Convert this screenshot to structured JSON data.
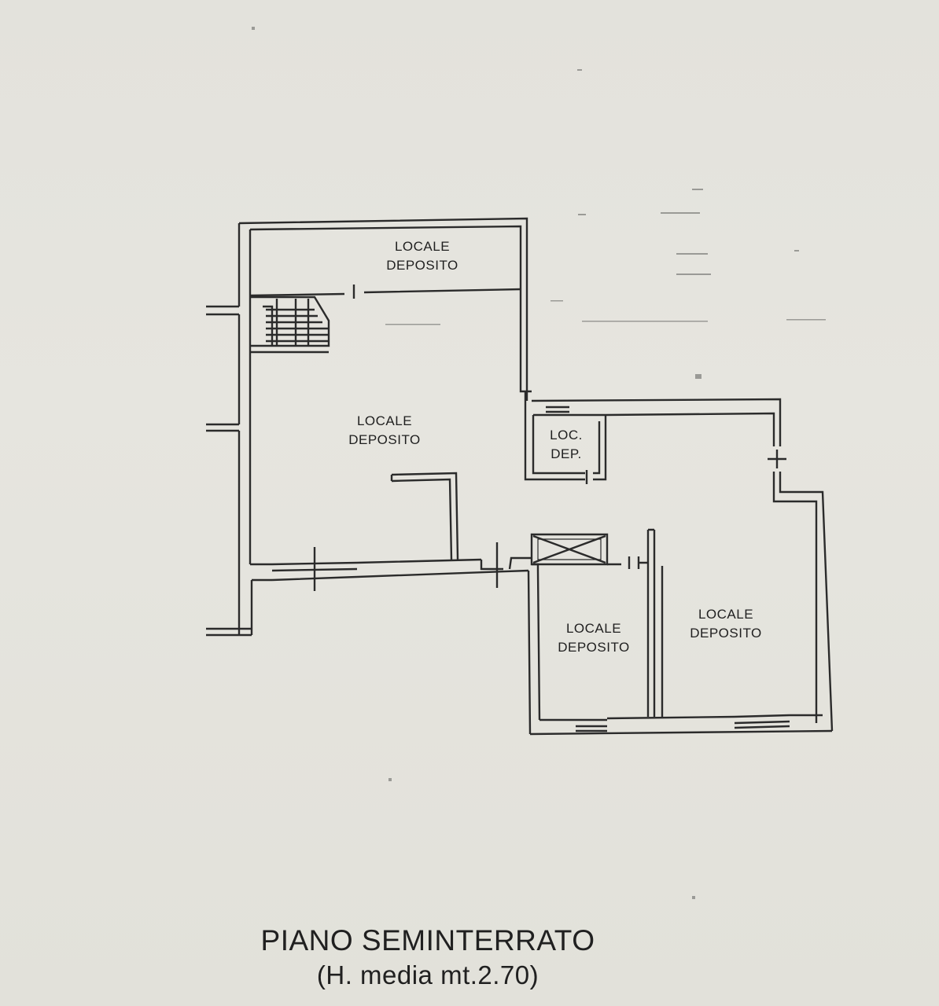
{
  "rooms": {
    "top": {
      "line1": "LOCALE",
      "line2": "DEPOSITO"
    },
    "main": {
      "line1": "LOCALE",
      "line2": "DEPOSITO"
    },
    "small": {
      "line1": "LOC.",
      "line2": "DEP."
    },
    "bottom_mid": {
      "line1": "LOCALE",
      "line2": "DEPOSITO"
    },
    "bottom_right": {
      "line1": "LOCALE",
      "line2": "DEPOSITO"
    }
  },
  "caption": {
    "title": "PIANO SEMINTERRATO",
    "height_note": "(H. media mt.2.70)"
  },
  "colors": {
    "paper": "#e4e3dd",
    "ink": "#2a2a2a"
  }
}
